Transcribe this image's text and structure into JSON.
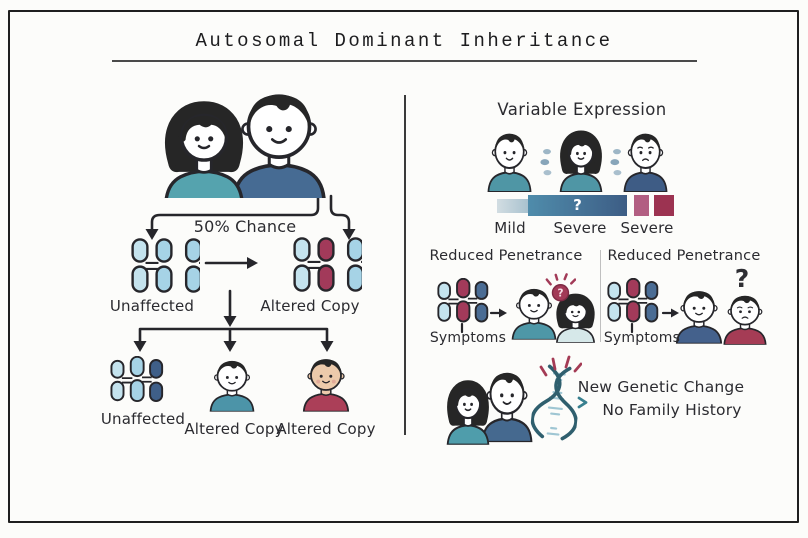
{
  "title": "Autosomal Dominant Inheritance",
  "pedigree": {
    "chance_label": "50% Chance",
    "gen1": [
      {
        "label": "Unaffected"
      },
      {
        "label": "Altered Copy"
      }
    ],
    "gen2": [
      {
        "label": "Unaffected"
      },
      {
        "label": "Altered Copy"
      },
      {
        "label": "Altered Copy"
      }
    ]
  },
  "variable_expression": {
    "title": "Variable Expression",
    "question_mark": "?",
    "severity_labels": [
      "Mild",
      "Severe",
      "Severe"
    ]
  },
  "reduced_penetrance": [
    {
      "title": "Reduced Penetrance",
      "symptoms_label": "Symptoms",
      "question_mark": "?"
    },
    {
      "title": "Reduced Penetrance",
      "symptoms_label": "Symptoms",
      "question_mark": "?"
    }
  ],
  "de_novo": {
    "line1": "New Genetic Change",
    "line2": "No Family History"
  },
  "colors": {
    "ink": "#26262b",
    "teal_shirt": "#4f9dab",
    "navy_shirt": "#44618c",
    "red_shirt": "#a53c55",
    "pale_chromosome": "#c4e3ee",
    "light_chromosome": "#a6d3e6",
    "navy_chromosome": "#3f5f88",
    "maroon_chromosome": "#a23a5a",
    "bar_light": "#a9c2cf",
    "bar_blue_start": "#4f8cab",
    "bar_blue_end": "#3d5d85",
    "bar_pink": "#b25e82",
    "bar_red": "#9c3351"
  }
}
